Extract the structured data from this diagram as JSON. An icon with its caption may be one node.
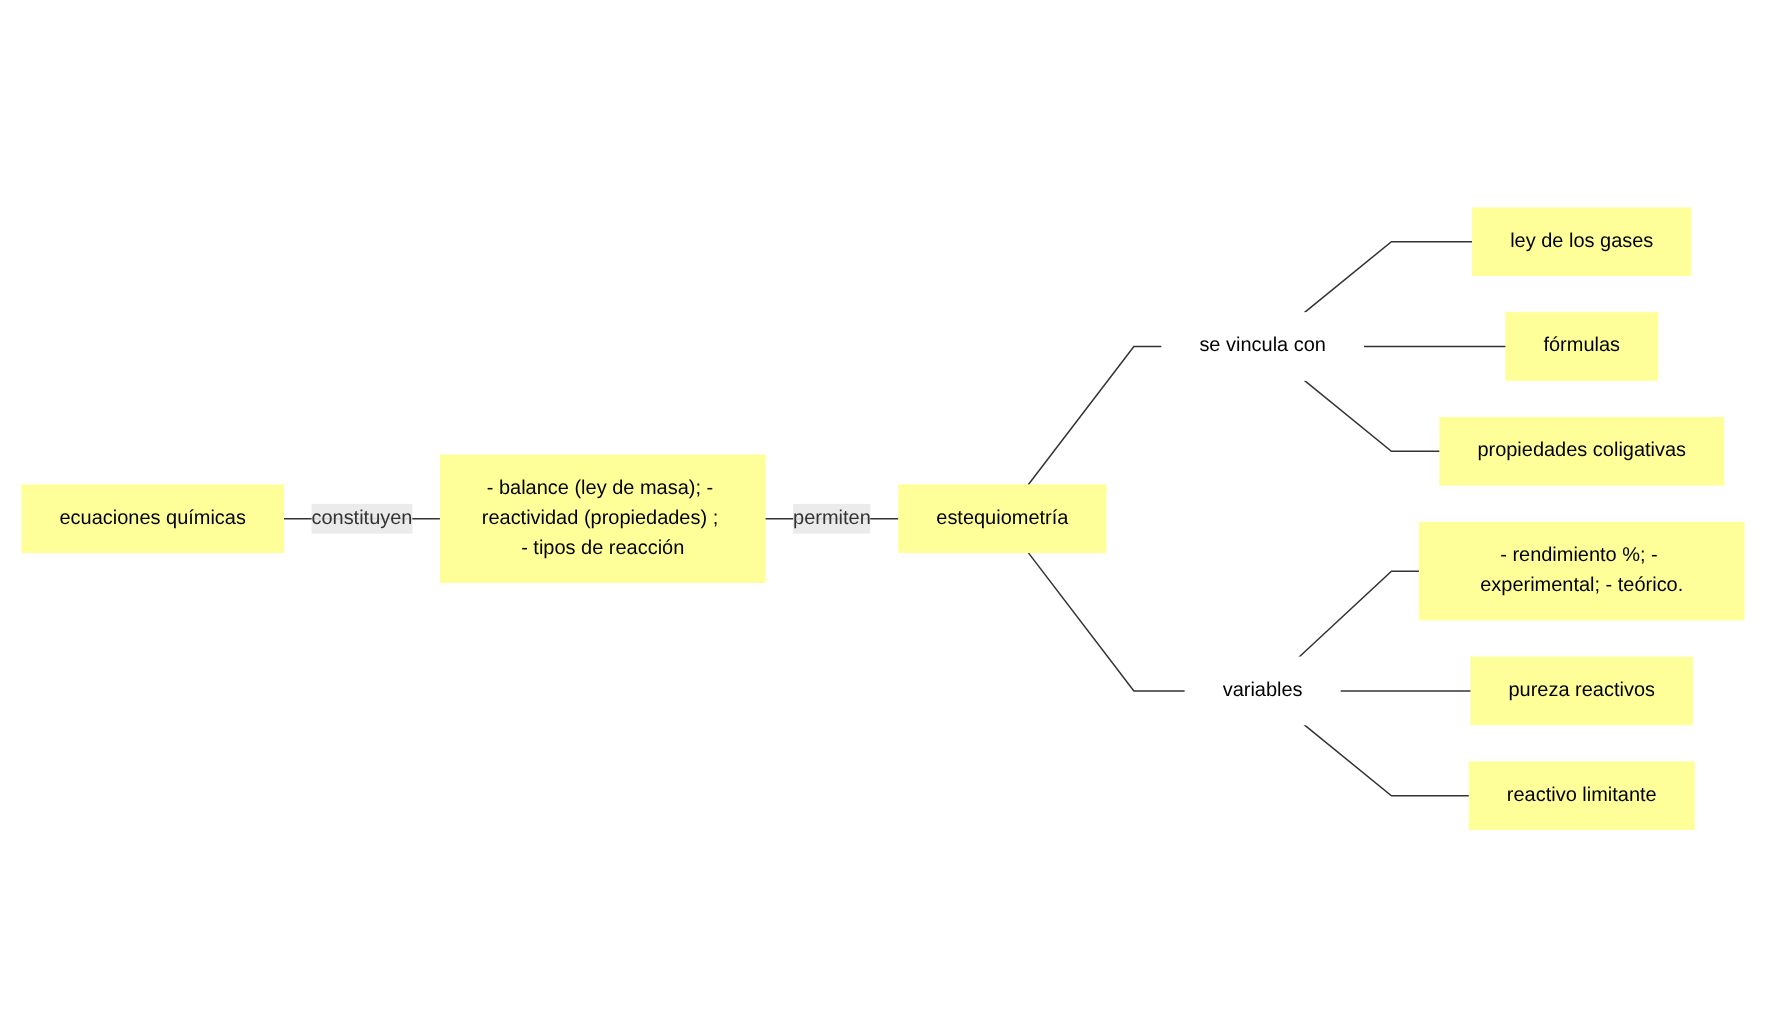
{
  "diagram": {
    "nodes": [
      {
        "text": [
          "ecuaciones químicas"
        ]
      },
      {
        "text": [
          "- balance (ley de masa); - reactividad (propiedades) ; - tipos de reacción"
        ]
      },
      {
        "text": [
          "ley de los gases"
        ]
      },
      {
        "text": [
          "estequiometría"
        ]
      },
      {
        "text": [
          "se vincula con"
        ]
      },
      {
        "text": [
          "fórmulas"
        ]
      },
      {
        "text": [
          "- rendimiento %; - experimental; - teórico."
        ]
      },
      {
        "text": [
          "variables"
        ]
      },
      {
        "text": [
          "propiedades coligativas"
        ]
      },
      {
        "text": [
          "pureza reactivos"
        ]
      },
      {
        "text": [
          "reactivo limitante"
        ]
      }
    ],
    "edges": [
      {
        "from": 0,
        "to": 1,
        "arrow": "none",
        "label": "constituyen"
      },
      {
        "from": 1,
        "to": 3,
        "arrow": "none",
        "label": "permiten"
      },
      {
        "from": 3,
        "to": 4,
        "arrow": "none"
      },
      {
        "from": 4,
        "to": 2,
        "arrow": "none"
      },
      {
        "from": 4,
        "to": 5,
        "arrow": "none"
      },
      {
        "from": 4,
        "to": 8,
        "arrow": "none"
      },
      {
        "from": 3,
        "to": 7,
        "arrow": "none"
      },
      {
        "from": 7,
        "to": 6,
        "arrow": "none"
      },
      {
        "from": 7,
        "to": 9,
        "arrow": "none"
      },
      {
        "from": 7,
        "to": 10,
        "arrow": "none"
      }
    ]
  }
}
